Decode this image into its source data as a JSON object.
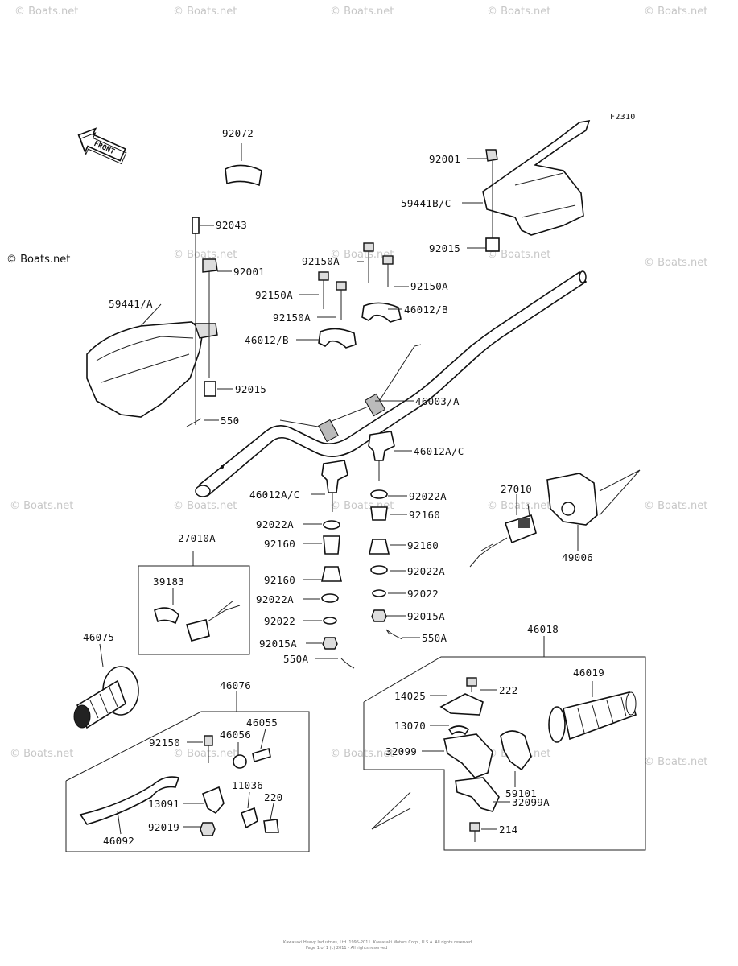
{
  "diagram": {
    "figure_id": "F2310",
    "front_arrow_label": "FRONT",
    "watermark": "© Boats.net",
    "footer_line1": "Kawasaki Heavy Industries, Ltd. 1995-2011. Kawasaki Motors Corp., U.S.A. All rights reserved.",
    "footer_line2": "Page 1 of 1 (c) 2011 - All rights reserved"
  },
  "labels": {
    "p92072": "92072",
    "p92043": "92043",
    "p92001_left": "92001",
    "p59441A": "59441/A",
    "p92015_left": "92015",
    "p550": "550",
    "p92001_right": "92001",
    "p59441BC": "59441B/C",
    "p92015_right": "92015",
    "p92150A_1": "92150A",
    "p92150A_2": "92150A",
    "p92150A_3": "92150A",
    "p92150A_4": "92150A",
    "p46012B_1": "46012/B",
    "p46012B_2": "46012/B",
    "p46003A": "46003/A",
    "p46012AC_1": "46012A/C",
    "p46012AC_2": "46012A/C",
    "p92022A_1": "92022A",
    "p92022A_2": "92022A",
    "p92160_1": "92160",
    "p92160_2": "92160",
    "p92160_3": "92160",
    "p92160_4": "92160",
    "p92022A_3": "92022A",
    "p92022A_4": "92022A",
    "p92022_1": "92022",
    "p92022_2": "92022",
    "p92015A_1": "92015A",
    "p92015A_2": "92015A",
    "p550A_1": "550A",
    "p550A_2": "550A",
    "p27010": "27010",
    "p49006": "49006",
    "p27010A": "27010A",
    "p39183": "39183",
    "p46075": "46075",
    "p46076": "46076",
    "p46055": "46055",
    "p46056": "46056",
    "p92150": "92150",
    "p11036": "11036",
    "p220": "220",
    "p13091": "13091",
    "p92019": "92019",
    "p46092": "46092",
    "p46018": "46018",
    "p46019": "46019",
    "p222": "222",
    "p14025": "14025",
    "p13070": "13070",
    "p32099": "32099",
    "p59101": "59101",
    "p32099A": "32099A",
    "p214": "214"
  }
}
